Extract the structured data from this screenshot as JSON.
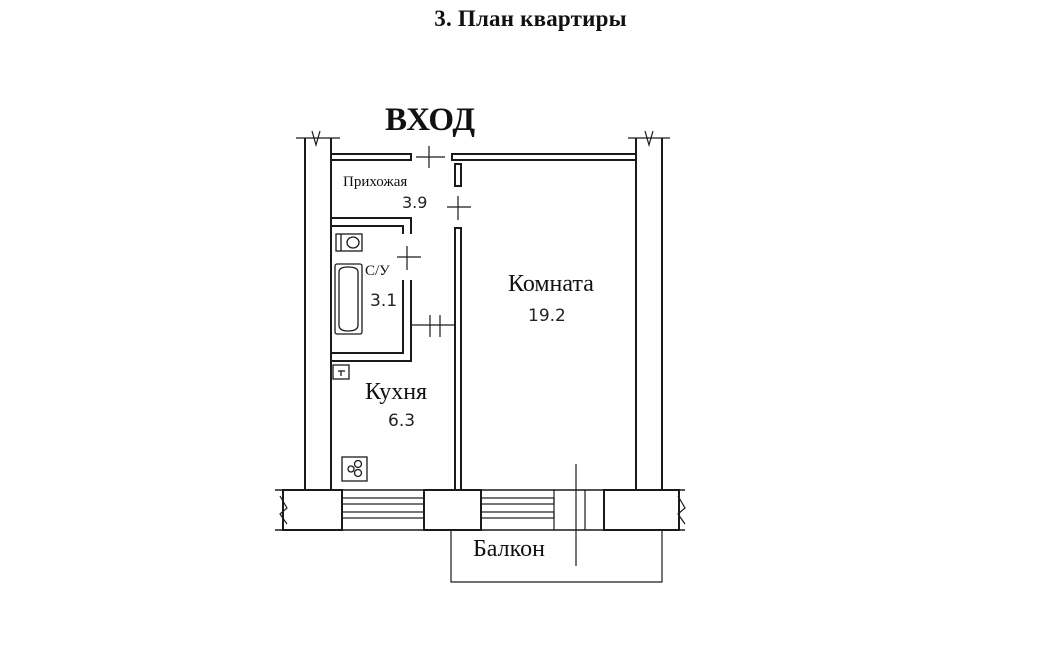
{
  "header": {
    "title": "3. План квартиры"
  },
  "plan": {
    "entrance_label": "ВХОД",
    "rooms": {
      "hallway": {
        "name": "Прихожая",
        "area": "3.9"
      },
      "bathroom": {
        "name": "С/У",
        "area": "3.1"
      },
      "kitchen": {
        "name": "Кухня",
        "area": "6.3"
      },
      "room": {
        "name": "Комната",
        "area": "19.2"
      },
      "balcony": {
        "name": "Балкон"
      }
    }
  }
}
